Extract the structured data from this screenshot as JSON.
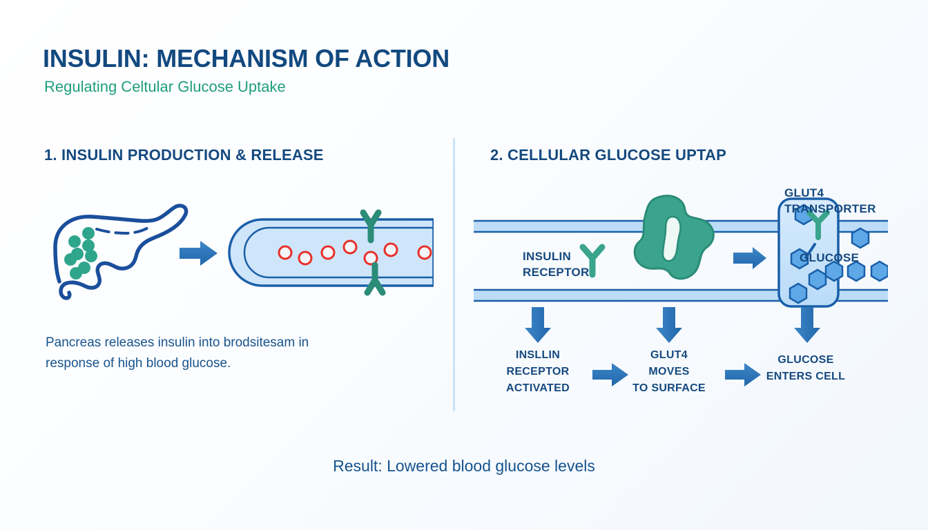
{
  "header": {
    "title": "INSULIN: MECHANISM OF ACTION",
    "subtitle": "Regulating Celtular Glucose Uptake",
    "title_color": "#12497f",
    "subtitle_color": "#1f9e7a"
  },
  "sections": {
    "left": {
      "heading": "1. INSULIN PRODUCTION & RELEASE",
      "caption": "Pancreas releases insulin into brodsitesam in response of high blood glucose."
    },
    "right": {
      "heading": "2. CELLULAR GLUCOSE UPTAP"
    }
  },
  "labels": {
    "glut4_transporter": "GLUT4\nTRANSPORTER",
    "glut4_transporter_line1": "GLUT4",
    "glut4_transporter_line2": "TRANSPORTER",
    "insulin_receptor_line1": "INSULIN",
    "insulin_receptor_line2": "RECEPTOR",
    "glucose": "GLUCOSE"
  },
  "flow": [
    {
      "line1": "INSLLIN",
      "line2": "RECEPTOR",
      "line3": "ACTIVATED"
    },
    {
      "line1": "GLUT4",
      "line2": "MOVES",
      "line3": "TO SURFACE"
    },
    {
      "line1": "GLUCOSE",
      "line2": "ENTERS CELL",
      "line3": ""
    }
  ],
  "result": {
    "text": "Result: Lowered blood glucose levels"
  },
  "icons": {
    "pancreas": "pancreas-icon",
    "islet_cell": "islet-cell-icon",
    "blood_vessel": "blood-vessel-icon",
    "red_blood_cell": "red-blood-cell-icon",
    "insulin_receptor_y": "y-receptor-icon",
    "insulin_complex": "insulin-receptor-complex-icon",
    "glut4_box": "glut4-transporter-icon",
    "glucose_hexagon": "glucose-hexagon-icon",
    "arrow_right": "arrow-right-icon",
    "arrow_down": "arrow-down-icon"
  },
  "palette": {
    "deep_blue": "#15497f",
    "outline_blue": "#1a4f9c",
    "arrow_blue": "#2e75b6",
    "vessel_fill": "#cfe5fa",
    "vessel_band": "#bcdcf8",
    "teal": "#3aa48c",
    "teal_dark": "#2b8c78",
    "islet_green": "#2fa58c",
    "red_cell": "#e8302a",
    "hex_blue": "#5ea8e8",
    "divider": "#c9e2f7"
  },
  "counts": {
    "islet_cells": 8,
    "red_blood_cells": 7,
    "vessel_receptors": 2,
    "hexagons_in_transporter": 4,
    "hexagons_outside": 4,
    "down_arrows": 3,
    "right_arrows_flow": 2
  }
}
